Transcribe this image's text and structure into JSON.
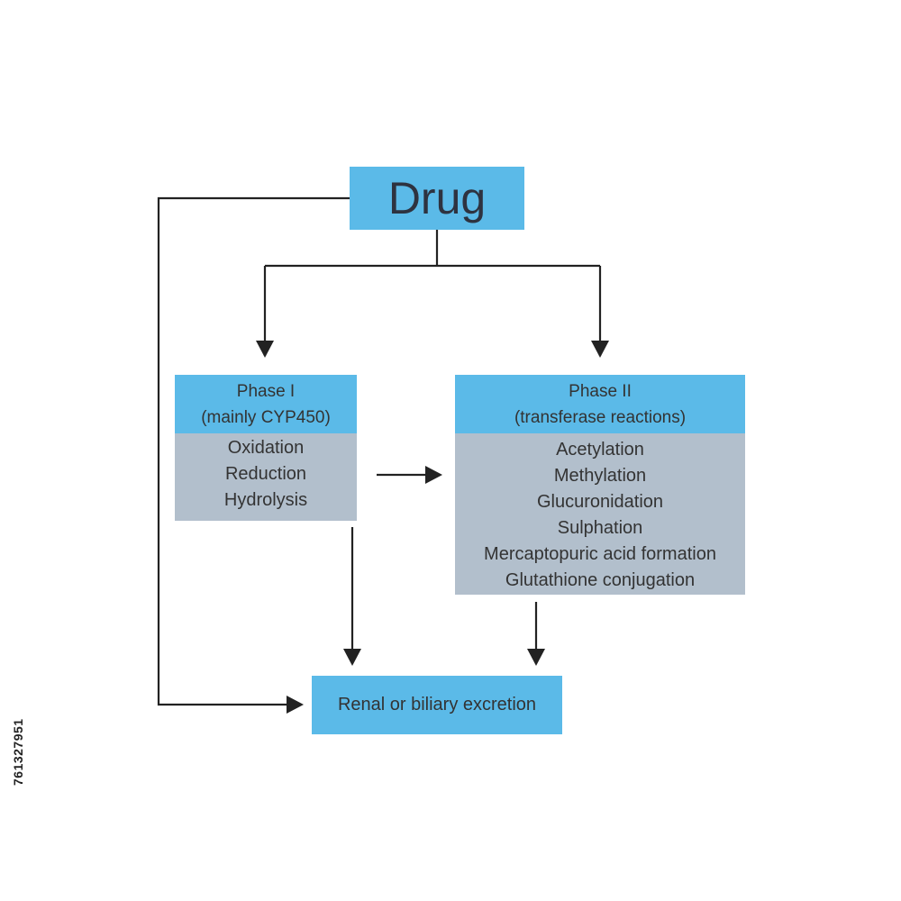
{
  "drug": {
    "label": "Drug"
  },
  "phase1": {
    "title": "Phase I",
    "subtitle": "(mainly CYP450)",
    "items": [
      "Oxidation",
      "Reduction",
      "Hydrolysis"
    ]
  },
  "phase2": {
    "title": "Phase II",
    "subtitle": "(transferase reactions)",
    "items": [
      "Acetylation",
      "Methylation",
      "Glucuronidation",
      "Sulphation",
      "Mercaptopuric acid formation",
      "Glutathione conjugation"
    ]
  },
  "excretion": {
    "label": "Renal or biliary excretion"
  },
  "stock_id": "761327951",
  "colors": {
    "header_blue": "#5bbae8",
    "body_grey": "#b2bfcc",
    "line": "#222222"
  }
}
